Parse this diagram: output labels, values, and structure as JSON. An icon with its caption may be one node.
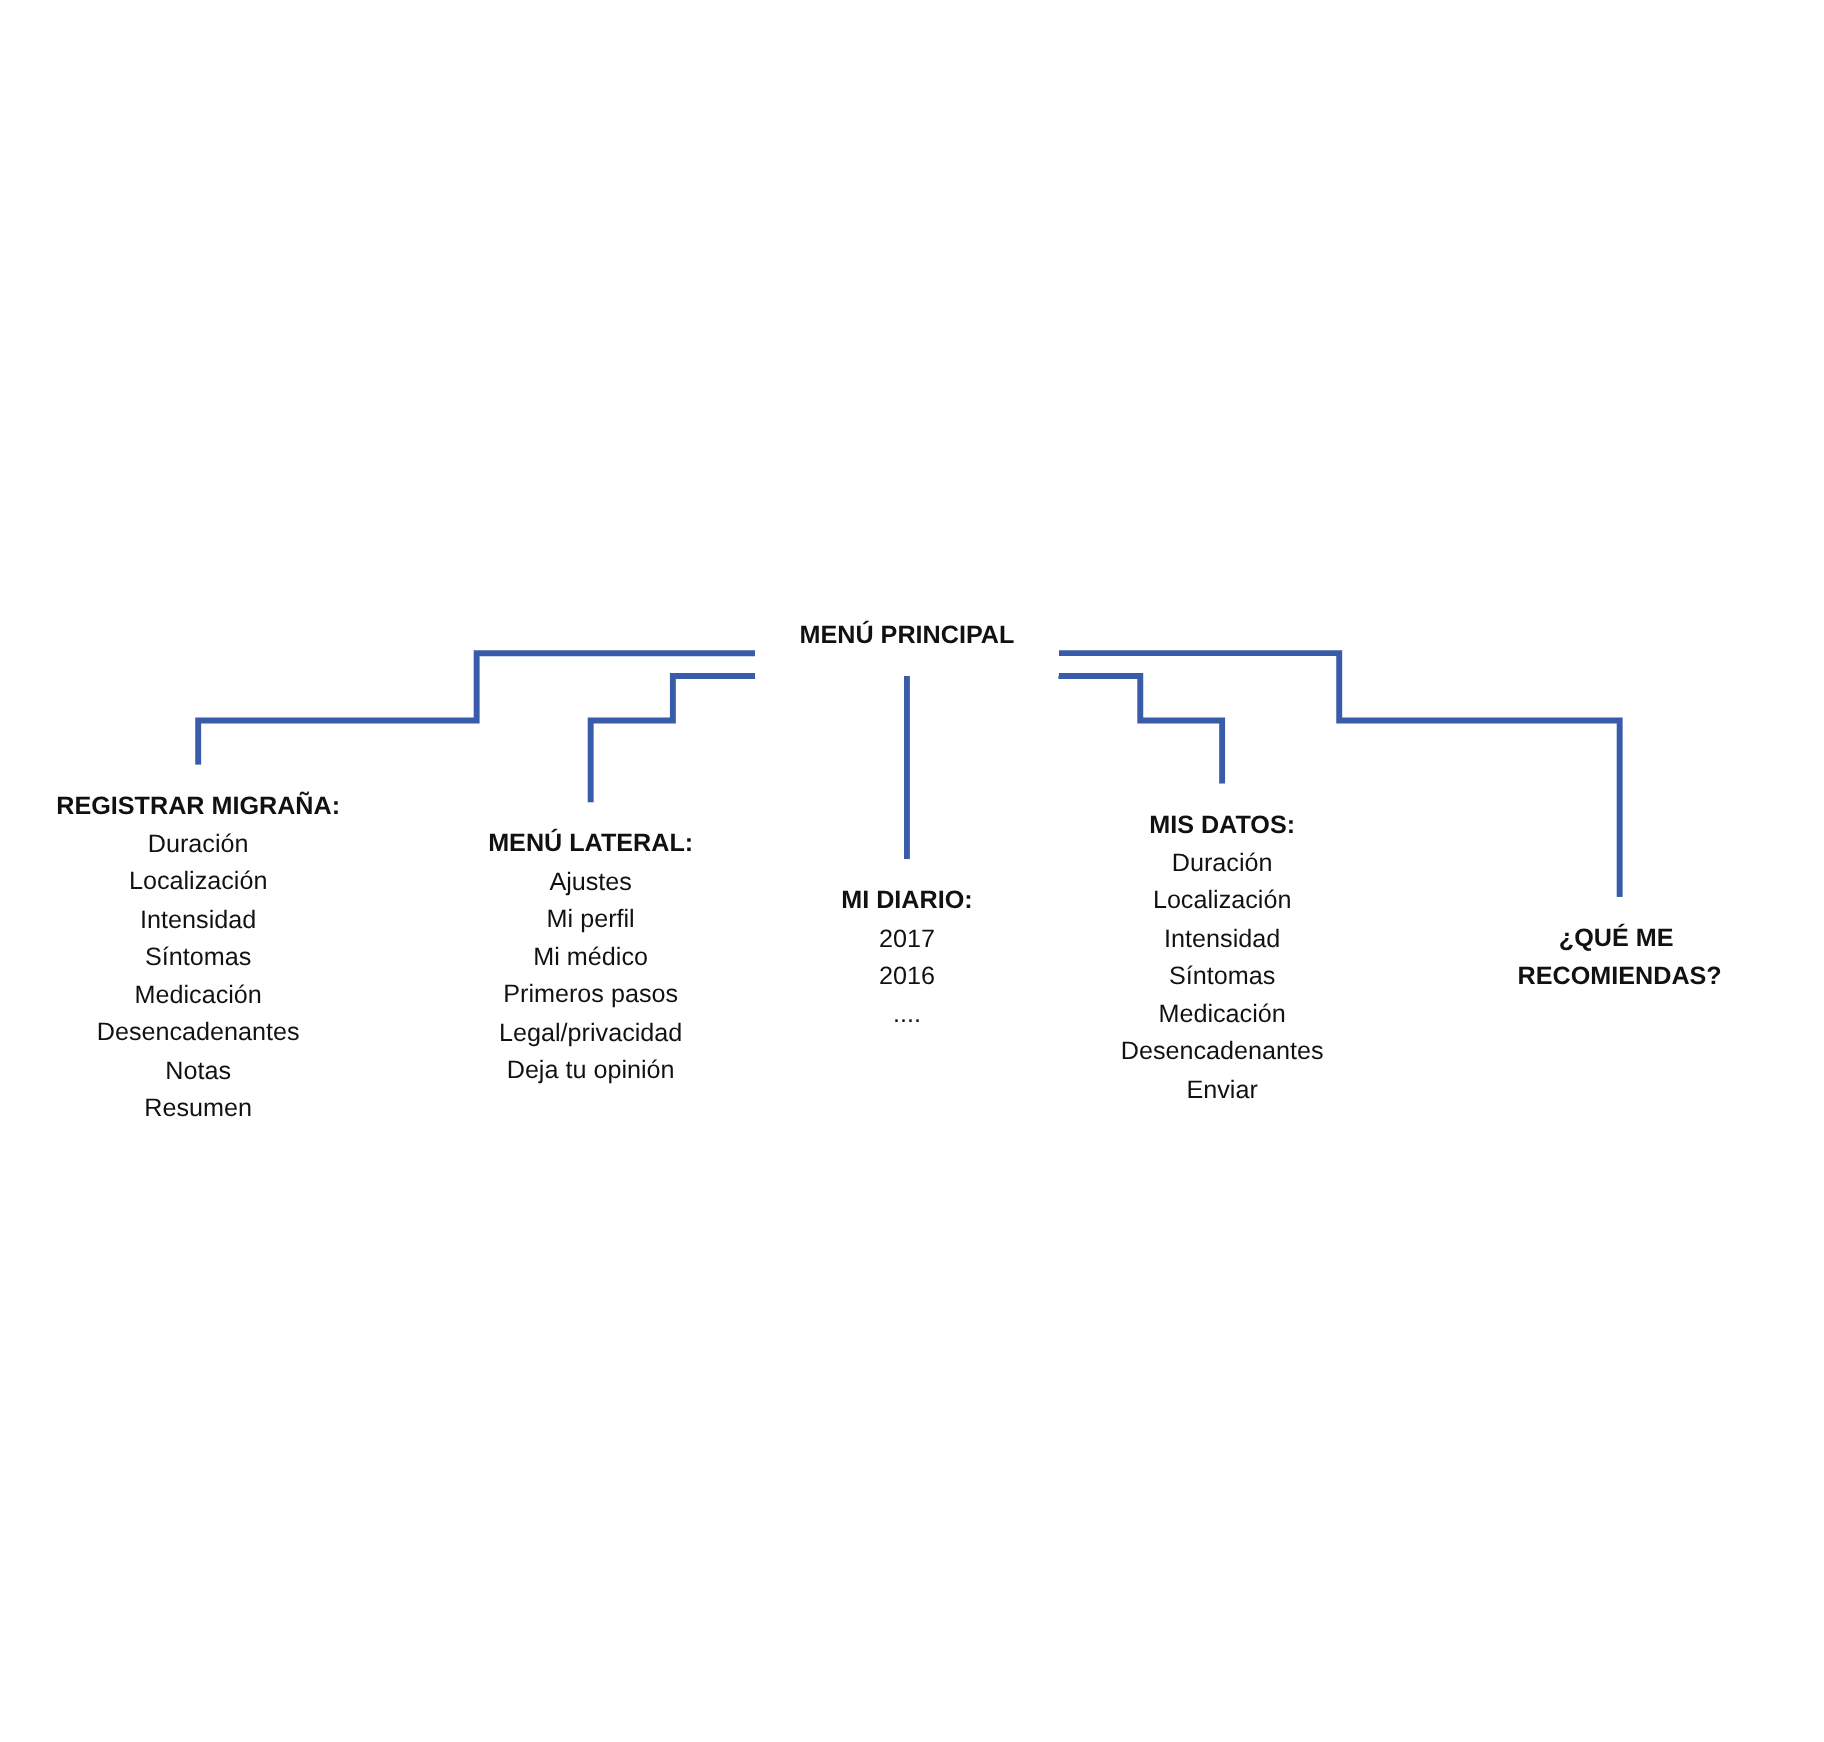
{
  "diagram": {
    "nodes": [
      {
        "text": [
          "MENÚ PRINCIPAL"
        ]
      },
      {
        "text": [
          "REGISTRAR MIGRAÑA:",
          "Duración",
          "Localización",
          "Intensidad",
          "Síntomas",
          "Medicación",
          "Desencadenantes",
          "Notas",
          "Resumen"
        ]
      },
      {
        "text": [
          "MENÚ LATERAL:",
          "Ajustes",
          "Mi perfil",
          "Mi médico",
          "Primeros pasos",
          "Legal/privacidad",
          "Deja tu opinión"
        ]
      },
      {
        "text": [
          "MI DIARIO:",
          "2017",
          "2016",
          "...."
        ]
      },
      {
        "text": [
          "MIS DATOS:",
          "Duración",
          "Localización",
          "Intensidad",
          "Síntomas",
          "Medicación",
          "Desencadenantes",
          "Enviar"
        ]
      },
      {
        "text": [
          "¿QUÉ ME RECOMIENDAS?"
        ]
      }
    ],
    "edges": [
      {
        "from": 0,
        "to": 1,
        "arrow": "none"
      },
      {
        "from": 0,
        "to": 2,
        "arrow": "none"
      },
      {
        "from": 0,
        "to": 3,
        "arrow": "none"
      },
      {
        "from": 0,
        "to": 4,
        "arrow": "none"
      },
      {
        "from": 0,
        "to": 5,
        "arrow": "none"
      }
    ]
  }
}
